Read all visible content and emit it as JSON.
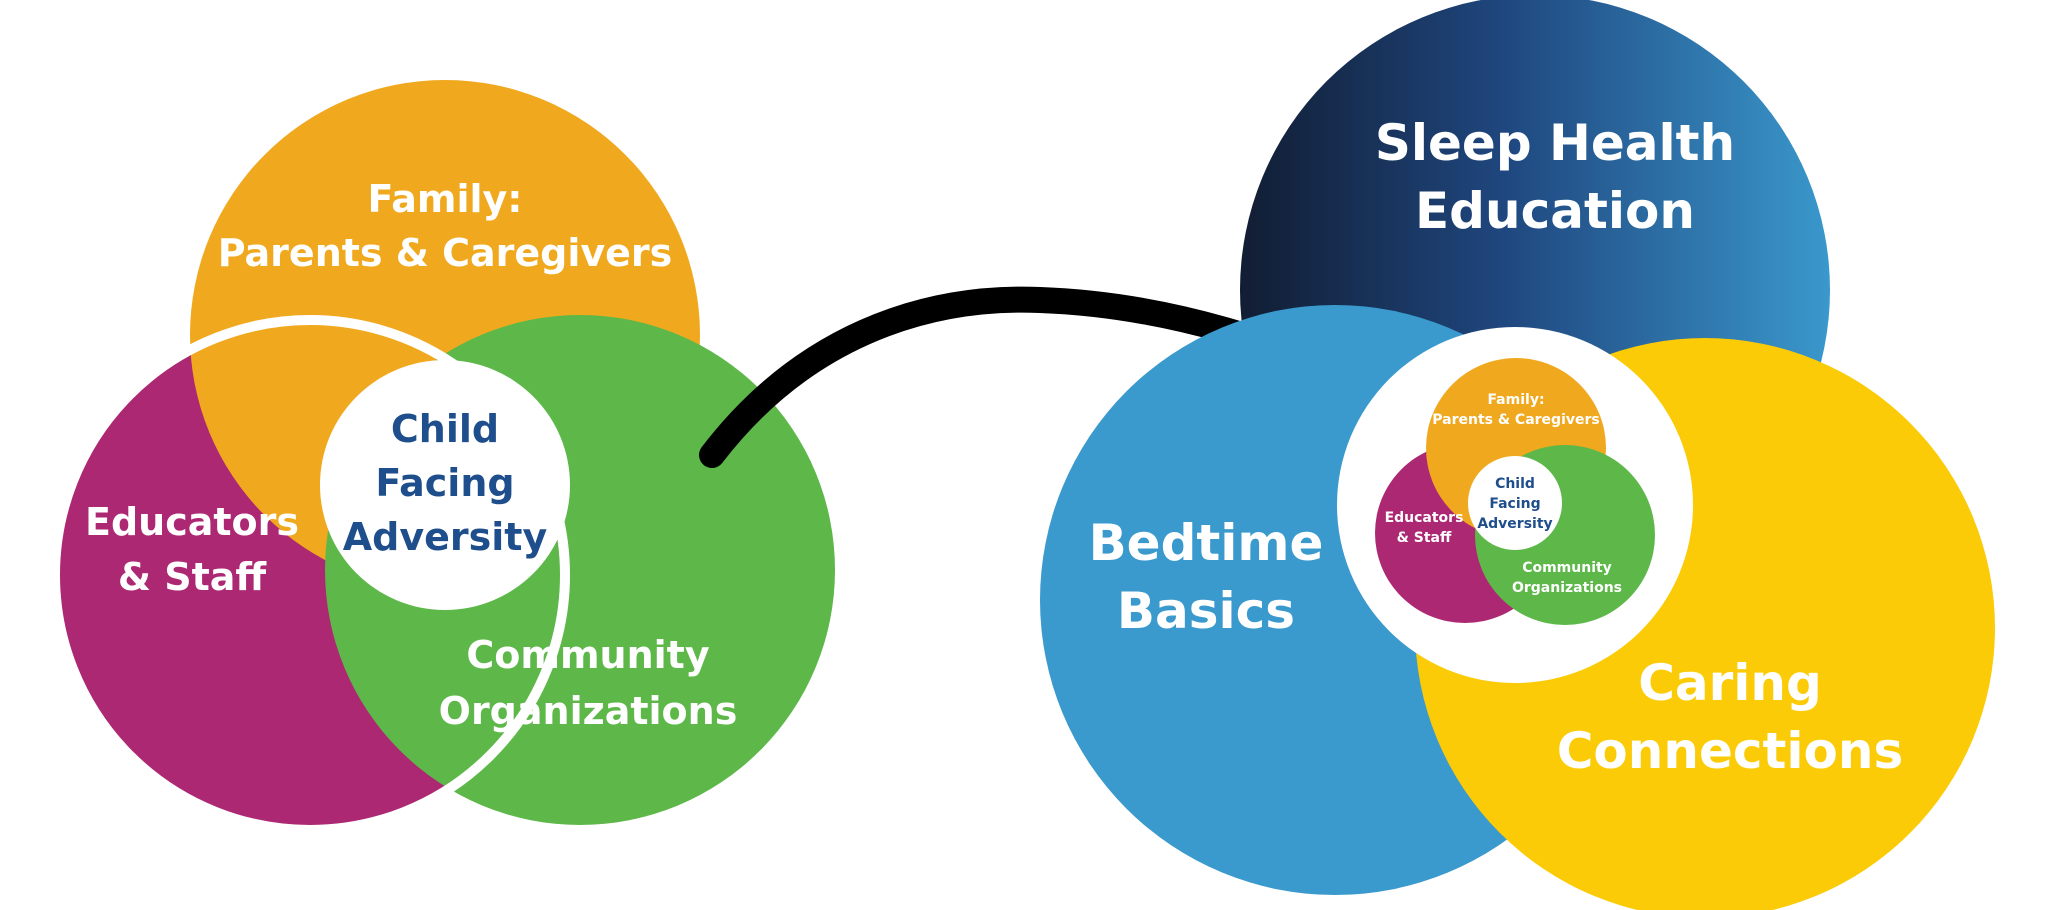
{
  "colors": {
    "orange": "#f0a91f",
    "magenta": "#ad2873",
    "green": "#5db849",
    "navy_text": "#1f4e8c",
    "dark_blue": "#16284a",
    "mid_blue": "#2f78b8",
    "light_blue": "#3a99cd",
    "yellow": "#fbcb07",
    "arrow": "#000000"
  },
  "left_diagram": {
    "family": {
      "line1": "Family:",
      "line2": "Parents & Caregivers"
    },
    "educators": {
      "line1": "Educators",
      "line2": "& Staff"
    },
    "community": {
      "line1": "Community",
      "line2": "Organizations"
    },
    "center": {
      "line1": "Child",
      "line2": "Facing",
      "line3": "Adversity"
    }
  },
  "right_diagram": {
    "sleep": {
      "line1": "Sleep Health",
      "line2": "Education"
    },
    "bedtime": {
      "line1": "Bedtime",
      "line2": "Basics"
    },
    "caring": {
      "line1": "Caring",
      "line2": "Connections"
    },
    "inner": {
      "family": {
        "line1": "Family:",
        "line2": "Parents & Caregivers"
      },
      "educators": {
        "line1": "Educators",
        "line2": "& Staff"
      },
      "community": {
        "line1": "Community",
        "line2": "Organizations"
      },
      "center": {
        "line1": "Child",
        "line2": "Facing",
        "line3": "Adversity"
      }
    }
  }
}
